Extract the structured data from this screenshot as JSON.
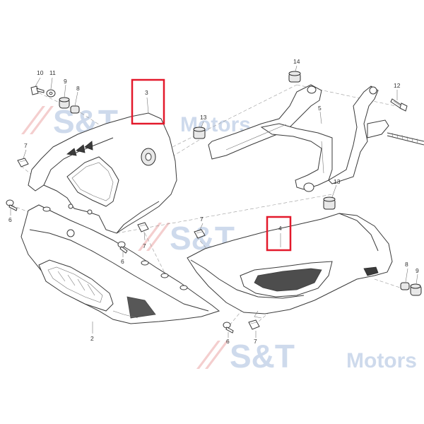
{
  "watermark": {
    "brand": "S&T",
    "suffix": "Motors",
    "brand_color": "#c9d6ea",
    "accent_color": "#f3c9c9"
  },
  "highlight_color": "#e3192b",
  "callouts": {
    "c10": "10",
    "c11": "11",
    "c9a": "9",
    "c8a": "8",
    "c3": "3",
    "c14": "14",
    "c12": "12",
    "c5": "5",
    "c13a": "13",
    "c13b": "13",
    "c7a": "7",
    "c6a": "6",
    "c7b": "7",
    "c7c": "7",
    "c6b": "6",
    "c4": "4",
    "c8b": "8",
    "c9b": "9",
    "c2": "2",
    "c6c": "6",
    "c7d": "7"
  }
}
